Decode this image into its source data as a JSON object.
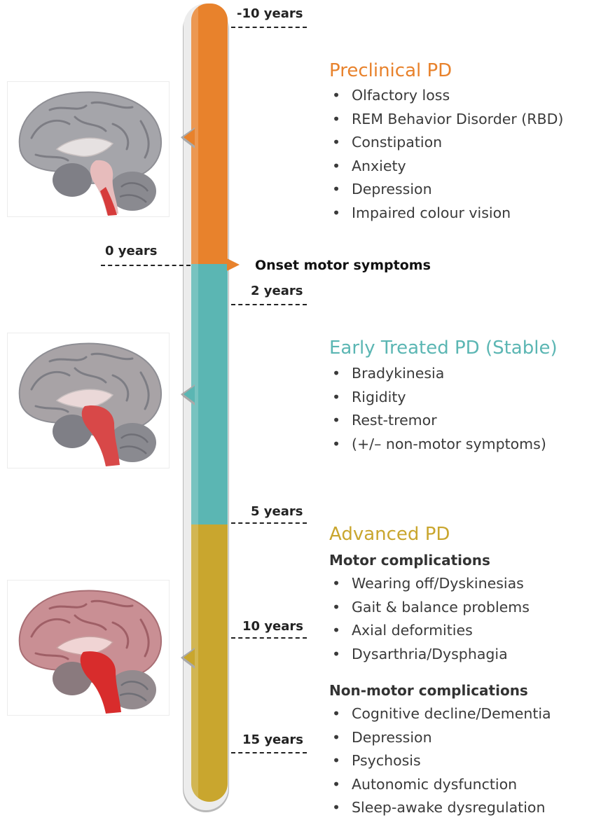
{
  "colors": {
    "preclinical": "#e8822c",
    "early": "#5bb6b3",
    "advanced": "#c9a62e",
    "bar_frame": "#ececec",
    "text": "#3a3a3a"
  },
  "timeline": {
    "ticks": {
      "minus10": "-10 years",
      "zero": "0 years",
      "two": "2 years",
      "five": "5 years",
      "ten": "10 years",
      "fifteen": "15 years"
    },
    "onset_label": "Onset motor symptoms"
  },
  "stages": {
    "preclinical": {
      "title": "Preclinical PD",
      "items": [
        "Olfactory loss",
        "REM Behavior Disorder (RBD)",
        "Constipation",
        "Anxiety",
        "Depression",
        "Impaired colour vision"
      ]
    },
    "early": {
      "title": "Early Treated PD (Stable)",
      "items": [
        "Bradykinesia",
        "Rigidity",
        "Rest-tremor",
        "(+/– non-motor symptoms)"
      ]
    },
    "advanced": {
      "title": "Advanced PD",
      "motor_heading": "Motor complications",
      "motor_items": [
        "Wearing off/Dyskinesias",
        "Gait & balance problems",
        "Axial deformities",
        "Dysarthria/Dysphagia"
      ],
      "nonmotor_heading": "Non-motor complications",
      "nonmotor_items": [
        "Cognitive decline/Dementia",
        "Depression",
        "Psychosis",
        "Autonomic dysfunction",
        "Sleep-awake dysregulation"
      ]
    }
  },
  "brains": [
    {
      "name": "brain-preclinical",
      "icon": "brain-sagittal-icon",
      "affected": "brainstem-lower"
    },
    {
      "name": "brain-early",
      "icon": "brain-sagittal-icon",
      "affected": "brainstem-midbrain"
    },
    {
      "name": "brain-advanced",
      "icon": "brain-sagittal-icon",
      "affected": "cortex-and-brainstem"
    }
  ]
}
